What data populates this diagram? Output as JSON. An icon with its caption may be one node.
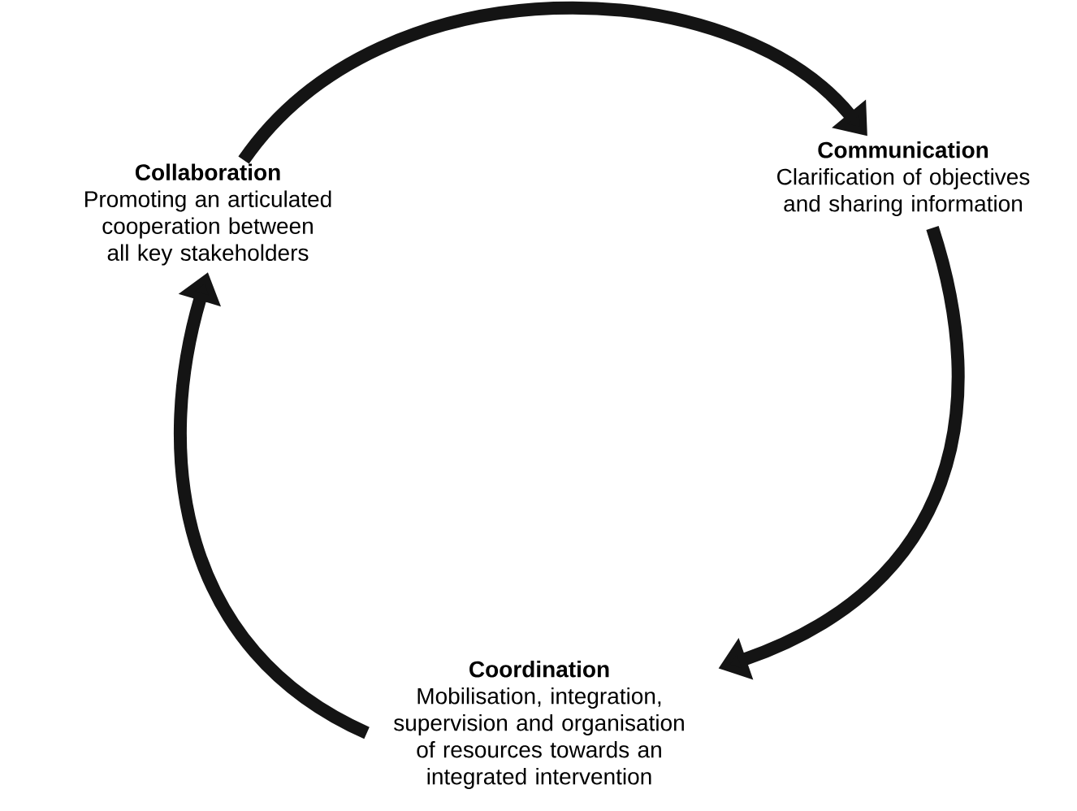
{
  "diagram": {
    "nodes": [
      {
        "text": [
          "Collaboration",
          "Promoting an articulated cooperation between all key stakeholders"
        ]
      },
      {
        "text": [
          "Communication",
          "Clarification of objectives and sharing information"
        ]
      },
      {
        "text": [
          "Coordination",
          "Mobilisation, integration, supervision and organisation of resources towards an integrated intervention"
        ]
      }
    ],
    "edges": [
      {
        "from": 0,
        "to": 1,
        "arrow": "to"
      },
      {
        "from": 1,
        "to": 2,
        "arrow": "to"
      },
      {
        "from": 2,
        "to": 0,
        "arrow": "to"
      }
    ]
  }
}
